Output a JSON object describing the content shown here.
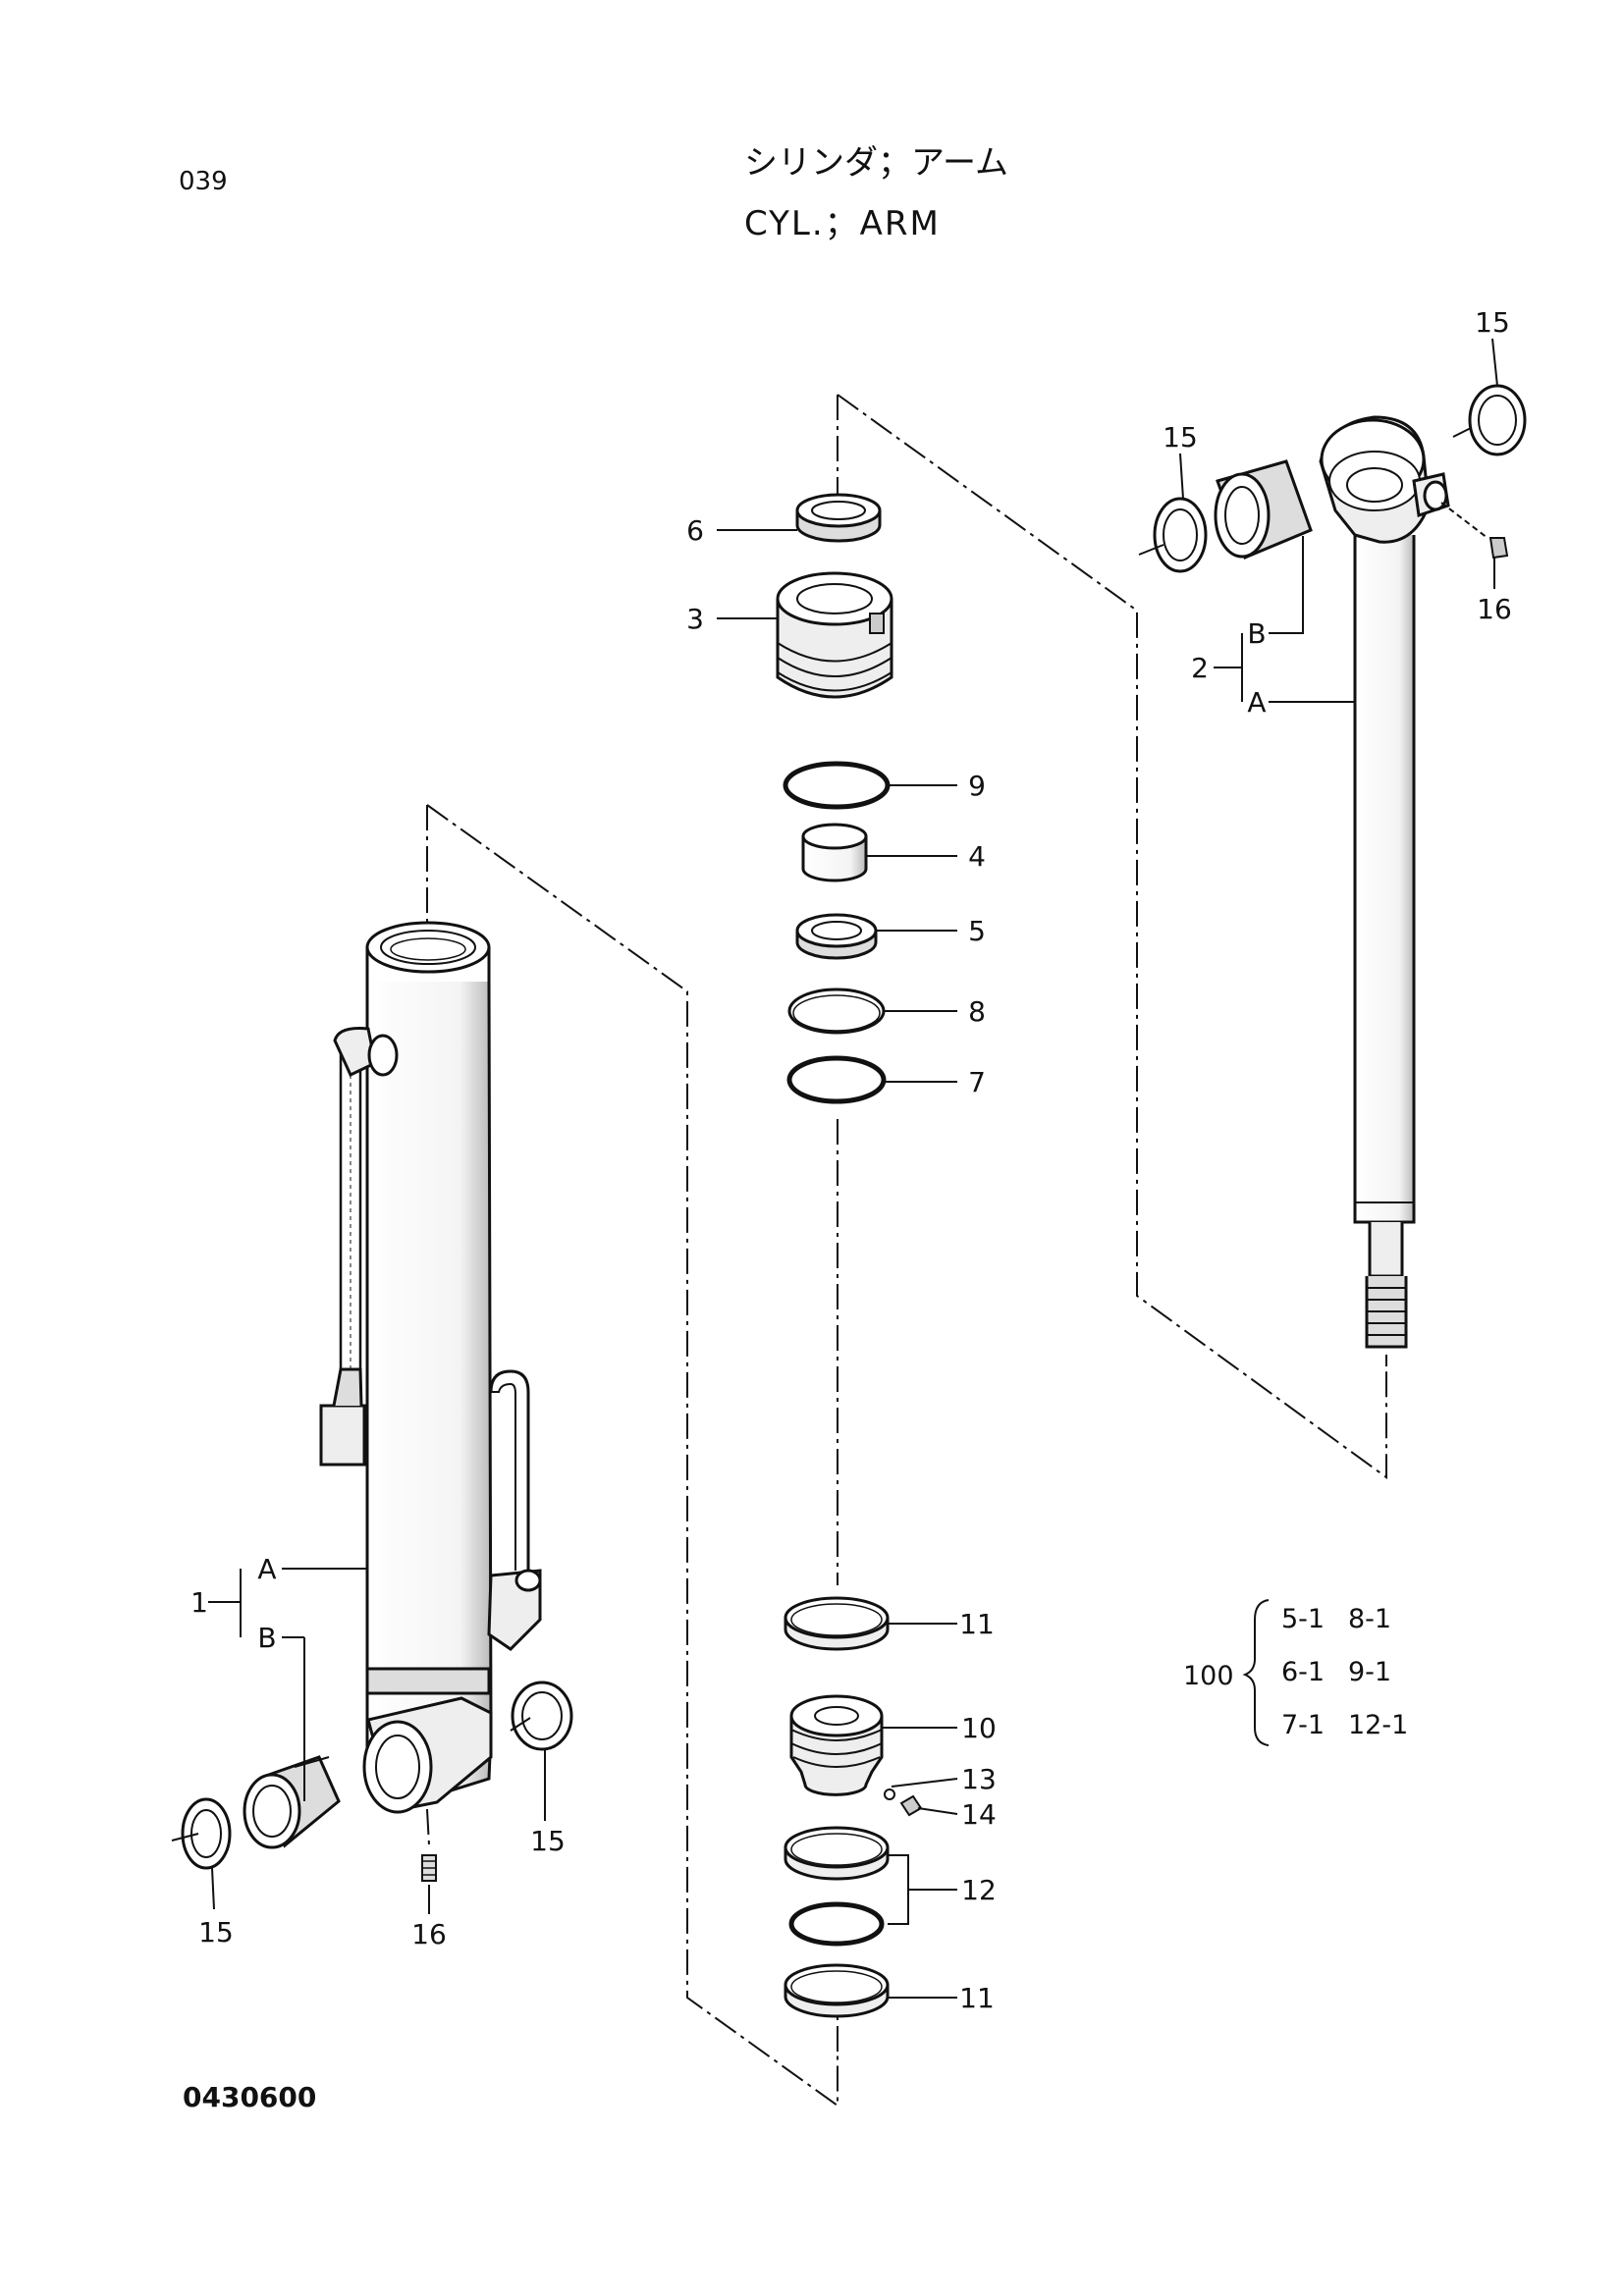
{
  "header": {
    "page_number": "039",
    "title_jp": "シリンダ；アーム",
    "title_en": "CYL.；ARM"
  },
  "footer": {
    "drawing_code": "0430600"
  },
  "callouts": {
    "p1": "1",
    "p1a": "A",
    "p1b": "B",
    "p2": "2",
    "p2a": "A",
    "p2b": "B",
    "p3": "3",
    "p4": "4",
    "p5": "5",
    "p6": "6",
    "p7": "7",
    "p8": "8",
    "p9": "9",
    "p10": "10",
    "p11a": "11",
    "p11b": "11",
    "p12": "12",
    "p13": "13",
    "p14": "14",
    "p15a": "15",
    "p15b": "15",
    "p15c": "15",
    "p15d": "15",
    "p16a": "16",
    "p16b": "16"
  },
  "kit": {
    "number": "100",
    "items": [
      "5-1",
      "8-1",
      "6-1",
      "9-1",
      "7-1",
      "12-1"
    ]
  }
}
